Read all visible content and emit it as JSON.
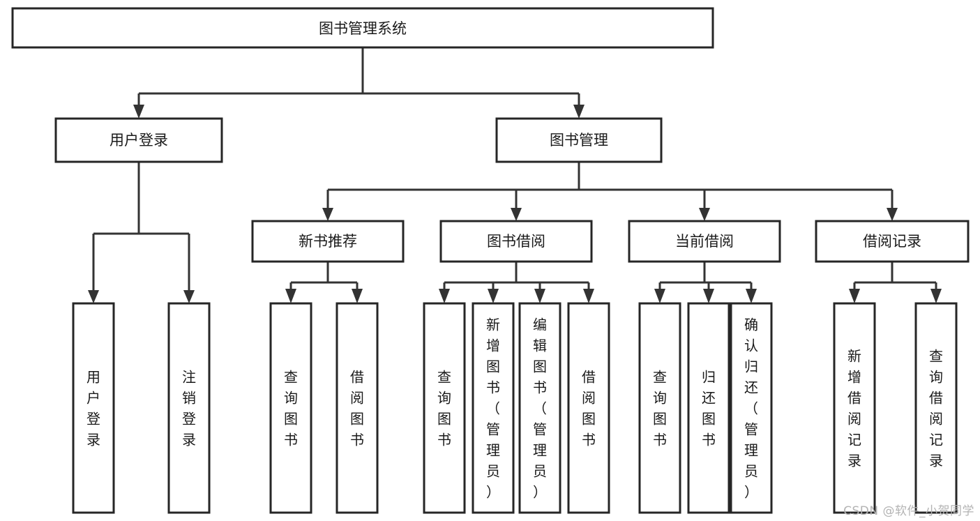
{
  "diagram": {
    "type": "tree",
    "title": "图书管理系统",
    "watermark": "CSDN @软件_小贺同学",
    "nodes": {
      "root": {
        "label": "图书管理系统",
        "level": 1,
        "orientation": "horizontal"
      },
      "l2_1": {
        "label": "用户登录",
        "level": 2,
        "orientation": "horizontal"
      },
      "l2_2": {
        "label": "图书管理",
        "level": 2,
        "orientation": "horizontal"
      },
      "l3_1": {
        "label": "新书推荐",
        "level": 3,
        "orientation": "horizontal"
      },
      "l3_2": {
        "label": "图书借阅",
        "level": 3,
        "orientation": "horizontal"
      },
      "l3_3": {
        "label": "当前借阅",
        "level": 3,
        "orientation": "horizontal"
      },
      "l3_4": {
        "label": "借阅记录",
        "level": 3,
        "orientation": "horizontal"
      },
      "leaf_1": {
        "label": "用户登录",
        "level": 4,
        "orientation": "vertical"
      },
      "leaf_2": {
        "label": "注销登录",
        "level": 4,
        "orientation": "vertical"
      },
      "leaf_3": {
        "label": "查询图书",
        "level": 4,
        "orientation": "vertical"
      },
      "leaf_4": {
        "label": "借阅图书",
        "level": 4,
        "orientation": "vertical"
      },
      "leaf_5": {
        "label": "查询图书",
        "level": 4,
        "orientation": "vertical"
      },
      "leaf_6": {
        "label": "新增图书（管理员）",
        "level": 4,
        "orientation": "vertical"
      },
      "leaf_7": {
        "label": "编辑图书（管理员）",
        "level": 4,
        "orientation": "vertical"
      },
      "leaf_8": {
        "label": "借阅图书",
        "level": 4,
        "orientation": "vertical"
      },
      "leaf_9": {
        "label": "查询图书",
        "level": 4,
        "orientation": "vertical"
      },
      "leaf_10": {
        "label": "归还图书",
        "level": 4,
        "orientation": "vertical"
      },
      "leaf_11": {
        "label": "确认归还（管理员）",
        "level": 4,
        "orientation": "vertical"
      },
      "leaf_12": {
        "label": "新增借阅记录",
        "level": 4,
        "orientation": "vertical"
      },
      "leaf_13": {
        "label": "查询借阅记录",
        "level": 4,
        "orientation": "vertical"
      }
    },
    "edges": [
      {
        "from": "root",
        "to": "l2_1"
      },
      {
        "from": "root",
        "to": "l2_2"
      },
      {
        "from": "l2_1",
        "to": "leaf_1"
      },
      {
        "from": "l2_1",
        "to": "leaf_2"
      },
      {
        "from": "l2_2",
        "to": "l3_1"
      },
      {
        "from": "l2_2",
        "to": "l3_2"
      },
      {
        "from": "l2_2",
        "to": "l3_3"
      },
      {
        "from": "l2_2",
        "to": "l3_4"
      },
      {
        "from": "l3_1",
        "to": "leaf_3"
      },
      {
        "from": "l3_1",
        "to": "leaf_4"
      },
      {
        "from": "l3_2",
        "to": "leaf_5"
      },
      {
        "from": "l3_2",
        "to": "leaf_6"
      },
      {
        "from": "l3_2",
        "to": "leaf_7"
      },
      {
        "from": "l3_2",
        "to": "leaf_8"
      },
      {
        "from": "l3_3",
        "to": "leaf_9"
      },
      {
        "from": "l3_3",
        "to": "leaf_10"
      },
      {
        "from": "l3_3",
        "to": "leaf_11"
      },
      {
        "from": "l3_4",
        "to": "leaf_12"
      },
      {
        "from": "l3_4",
        "to": "leaf_13"
      }
    ],
    "colors": {
      "box_stroke": "#262626",
      "box_fill": "#ffffff",
      "connector": "#333333",
      "text": "#1a1a1a",
      "watermark": "#b3b3b3",
      "background": "#ffffff"
    }
  }
}
